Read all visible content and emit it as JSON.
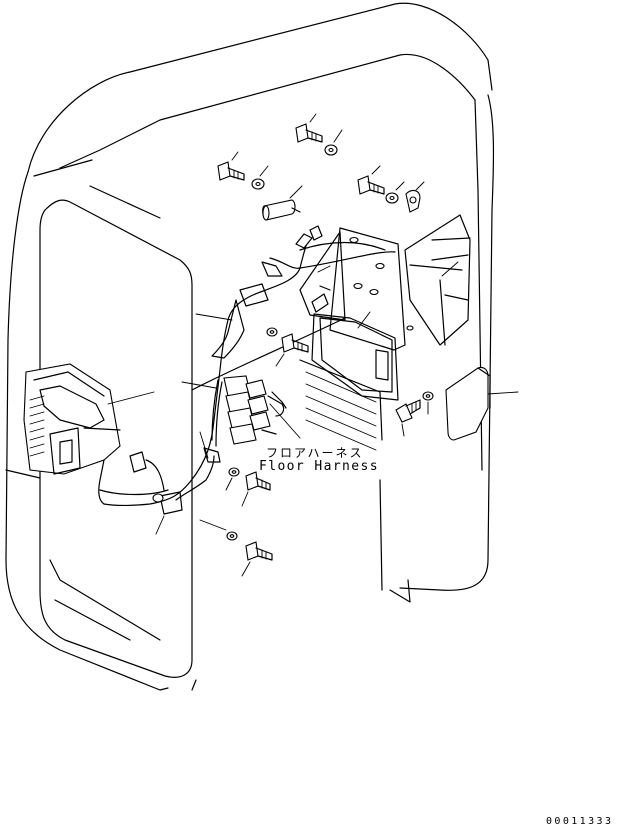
{
  "labels": {
    "harness_jp": "フロアハーネス",
    "harness_en": "Floor Harness"
  },
  "drawing_number": "00011333",
  "colors": {
    "line": "#000000",
    "background": "#ffffff"
  }
}
